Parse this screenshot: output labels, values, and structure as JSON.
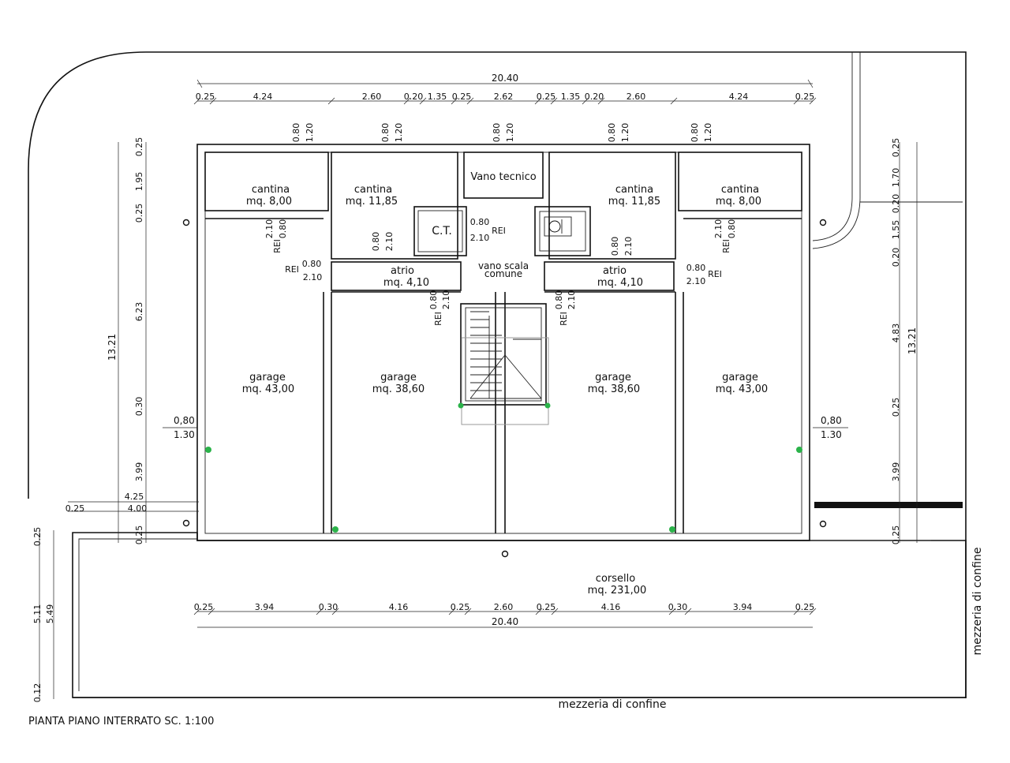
{
  "title": "PIANTA PIANO INTERRATO SC. 1:100",
  "boundary_label": "mezzeria di confine",
  "rooms": {
    "cantina_1": {
      "name": "cantina",
      "area": "mq. 8,00"
    },
    "cantina_2": {
      "name": "cantina",
      "area": "mq. 11,85"
    },
    "vano_tecnico": {
      "name": "Vano tecnico"
    },
    "ct": {
      "name": "C.T."
    },
    "cantina_3": {
      "name": "cantina",
      "area": "mq. 11,85"
    },
    "cantina_4": {
      "name": "cantina",
      "area": "mq. 8,00"
    },
    "atrio_1": {
      "name": "atrio",
      "area": "mq. 4,10"
    },
    "atrio_2": {
      "name": "atrio",
      "area": "mq. 4,10"
    },
    "vano_scala": {
      "name": "vano scala",
      "sub": "comune"
    },
    "garage_1": {
      "name": "garage",
      "area": "mq. 43,00"
    },
    "garage_2": {
      "name": "garage",
      "area": "mq. 38,60"
    },
    "garage_3": {
      "name": "garage",
      "area": "mq. 38,60"
    },
    "garage_4": {
      "name": "garage",
      "area": "mq. 43,00"
    },
    "corsello": {
      "name": "corsello",
      "area": "mq. 231,00"
    }
  },
  "dimensions": {
    "top_total": "20.40",
    "top_segments": [
      "0.25",
      "4.24",
      "2.60",
      "0.20",
      "1.35",
      "0.25",
      "2.62",
      "0.25",
      "1.35",
      "0.20",
      "2.60",
      "4.24",
      "0.25"
    ],
    "bottom_total": "20.40",
    "bottom_segments": [
      "0.25",
      "3.94",
      "0.30",
      "4.16",
      "0.25",
      "2.60",
      "0.25",
      "4.16",
      "0.30",
      "3.94",
      "0.25"
    ],
    "left_total": "13.21",
    "left_segments": [
      "0.25",
      "1.95",
      "0.25",
      "6.23",
      "0.30",
      "3.99",
      "0.25"
    ],
    "right_total": "13.21",
    "right_segments": [
      "0.25",
      "1.70",
      "0.20",
      "1.55",
      "0.20",
      "4.83",
      "0.25",
      "3.99",
      "0.25"
    ],
    "far_left_segments": [
      "0.25",
      "5.11",
      "5.49",
      "0.12"
    ],
    "left_offsets": [
      "4.25",
      "0.25",
      "4.00"
    ],
    "window_w": "0.80",
    "window_h": "1.20",
    "door_w": "0.80",
    "door_h": "2.10",
    "rei": "REI",
    "garage_door_w": "0,80",
    "garage_door_h": "1.30"
  }
}
